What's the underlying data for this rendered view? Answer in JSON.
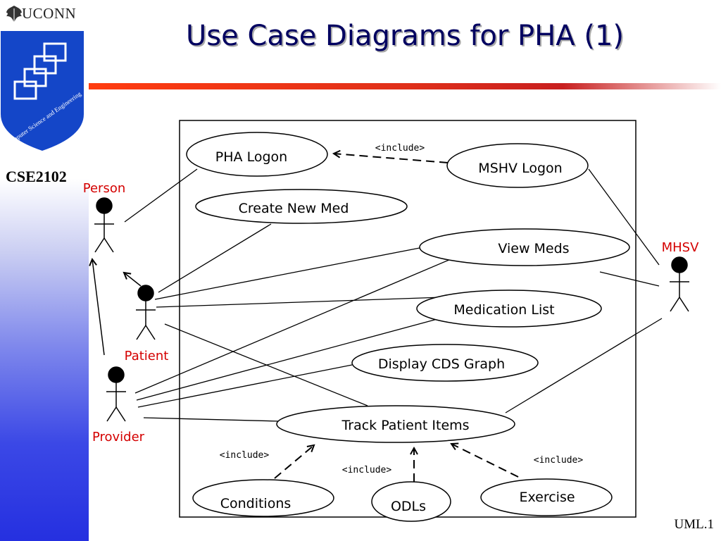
{
  "slide": {
    "title": "Use Case Diagrams for PHA (1)",
    "course": "CSE2102",
    "footer": "UML.1",
    "header_logo_text": "UCONN",
    "logo_text": "Computer Science and Engineering"
  },
  "colors": {
    "title": "#000060",
    "actor_label": "#d40000",
    "title_bar": "#ff3c10",
    "sidebar_bottom": "#2530e0",
    "logo": "#1446c8"
  },
  "actors": {
    "person": "Person",
    "patient": "Patient",
    "provider": "Provider",
    "mhsv": "MHSV"
  },
  "use_cases": {
    "pha_logon": "PHA Logon",
    "mshv_logon": "MSHV Logon",
    "create_new_med": "Create New Med",
    "view_meds": "View Meds",
    "medication_list": "Medication List",
    "display_cds_graph": "Display CDS Graph",
    "track_patient_items": "Track Patient Items",
    "conditions": "Conditions",
    "odls": "ODLs",
    "exercise": "Exercise"
  },
  "relationships": {
    "include_mshv": "<include>",
    "include_conditions": "<include>",
    "include_odls": "<include>",
    "include_exercise": "<include>"
  }
}
